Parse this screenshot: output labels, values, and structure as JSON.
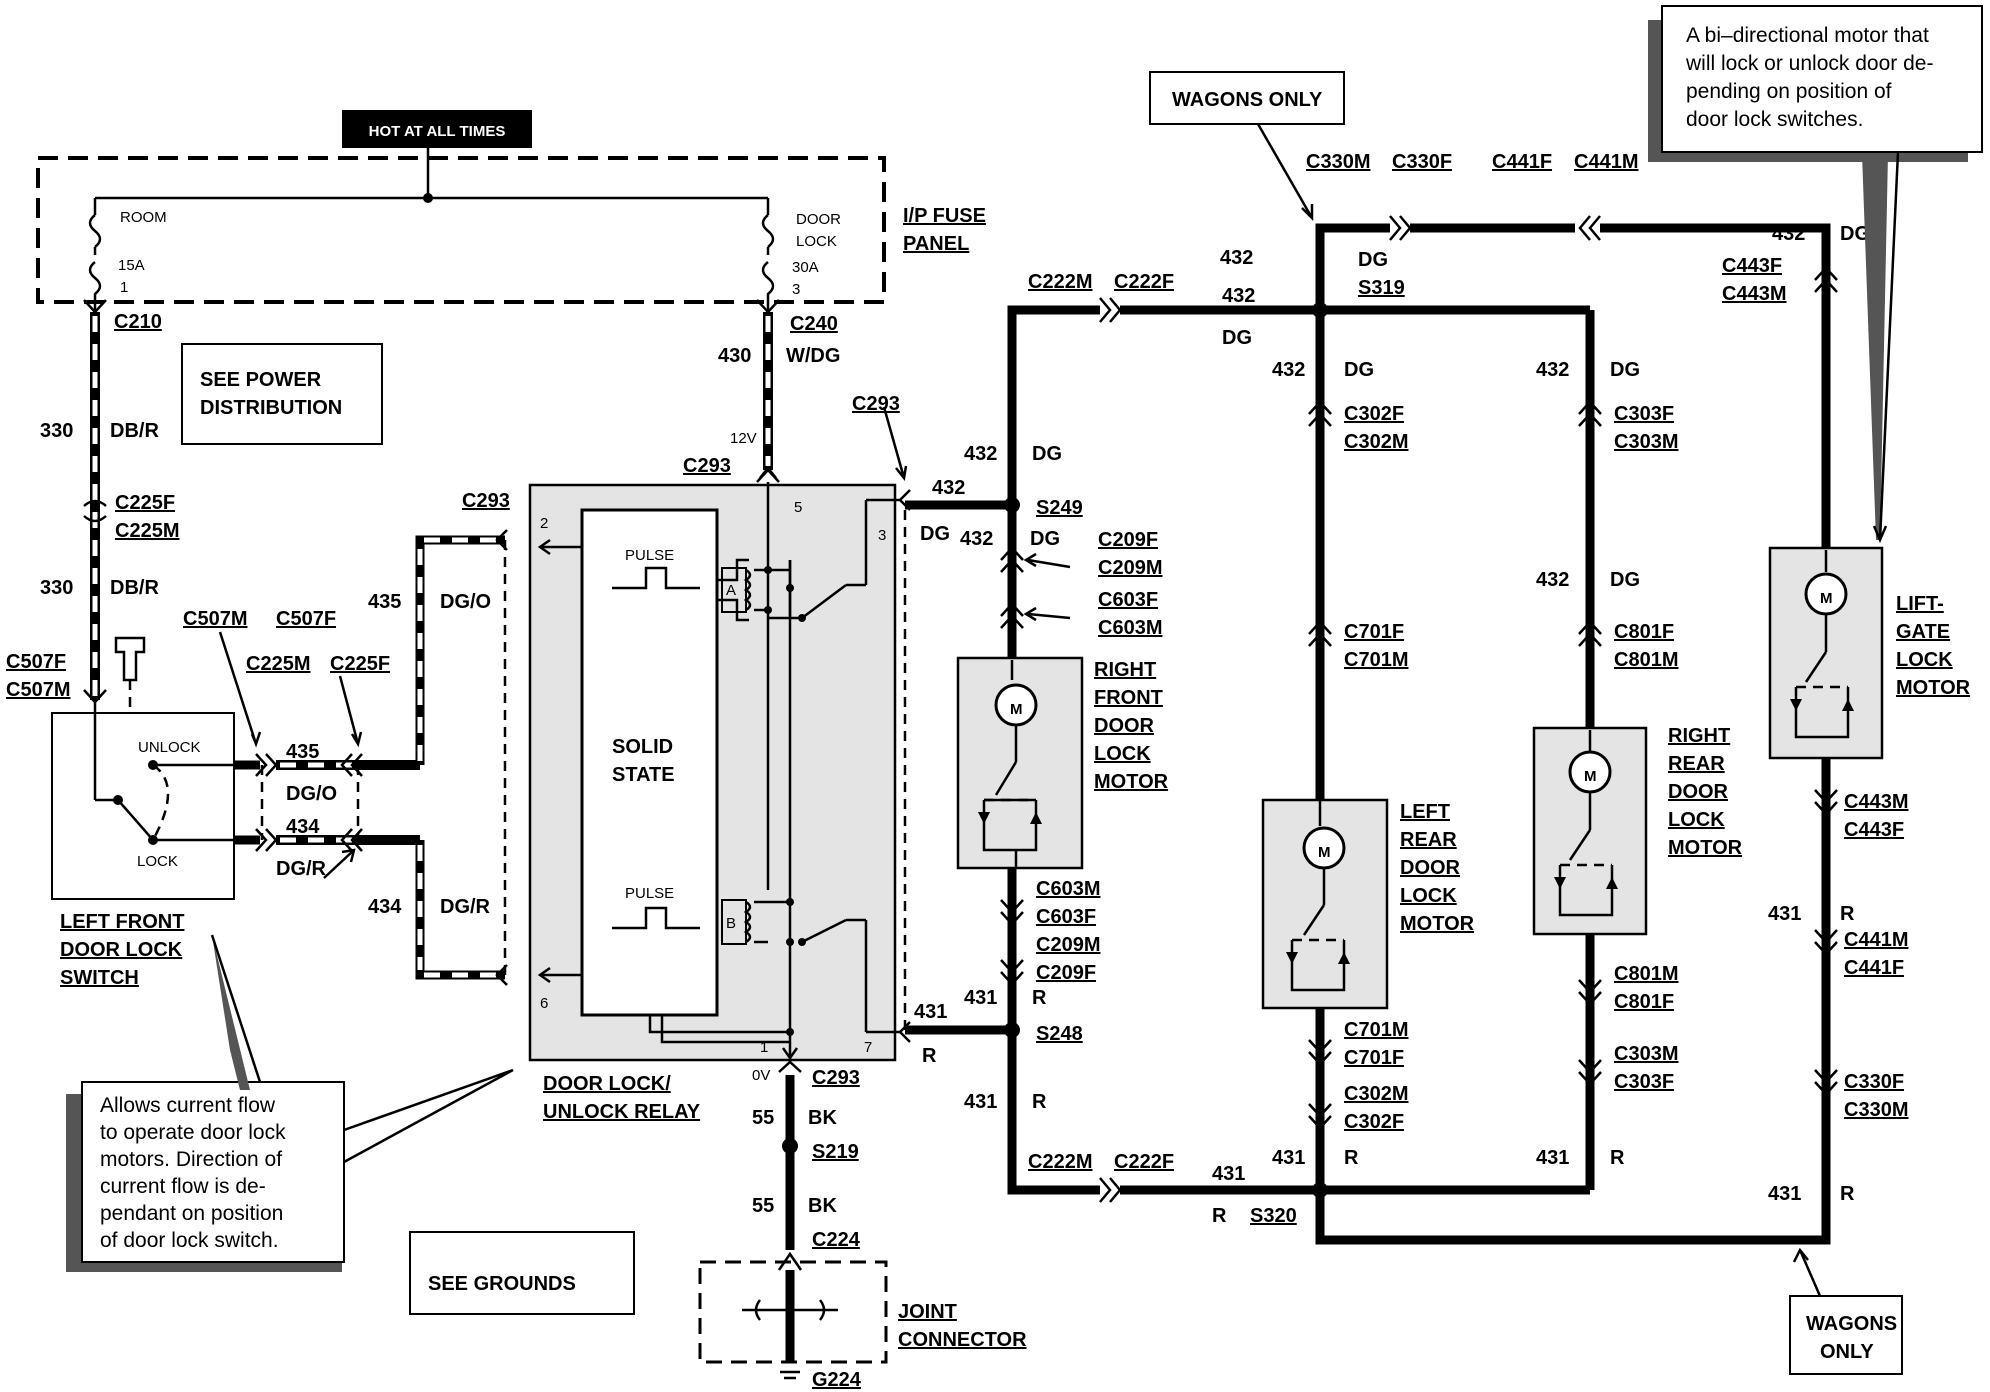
{
  "fuse_panel": {
    "banner": "HOT AT ALL TIMES",
    "name_line1": "I/P FUSE",
    "name_line2": "PANEL",
    "fuse_left": {
      "name": "ROOM",
      "rating": "15A",
      "pin": "1"
    },
    "fuse_right": {
      "name_line1": "DOOR",
      "name_line2": "LOCK",
      "rating": "30A",
      "pin": "3"
    }
  },
  "connectors": {
    "c210": "C210",
    "c240": "C240",
    "c225f_l": "C225F",
    "c225m_l": "C225M",
    "c507f": "C507F",
    "c507m": "C507M",
    "c507m_top": "C507M",
    "c507f_top": "C507F",
    "c225m_mid": "C225M",
    "c225f_mid": "C225F",
    "c293_top": "C293",
    "c293_relay": "C293",
    "c293_left": "C293",
    "c293_bottom": "C293",
    "c222m_top": "C222M",
    "c222f_top": "C222F",
    "c222m_bot": "C222M",
    "c222f_bot": "C222F",
    "c209f_top": "C209F",
    "c209m_top": "C209M",
    "c603f_top": "C603F",
    "c603m_top": "C603M",
    "c603m_bot": "C603M",
    "c603f_bot": "C603F",
    "c209m_bot": "C209M",
    "c209f_bot": "C209F",
    "c330m_top": "C330M",
    "c330f_top": "C330F",
    "c441f_top": "C441F",
    "c441m_top": "C441M",
    "c443f_top": "C443F",
    "c443m_top": "C443M",
    "c443m_bot": "C443M",
    "c443f_bot": "C443F",
    "c441m_bot": "C441M",
    "c441f_bot": "C441F",
    "c330f_bot": "C330F",
    "c330m_bot": "C330M",
    "c302f_top": "C302F",
    "c302m_top": "C302M",
    "c701f_top": "C701F",
    "c701m_top": "C701M",
    "c701m_bot": "C701M",
    "c701f_bot": "C701F",
    "c302m_bot": "C302M",
    "c302f_bot": "C302F",
    "c303f_top": "C303F",
    "c303m_top": "C303M",
    "c801f_top": "C801F",
    "c801m_top": "C801M",
    "c801m_bot": "C801M",
    "c801f_bot": "C801F",
    "c303m_bot": "C303M",
    "c303f_bot": "C303F",
    "c224": "C224"
  },
  "splices": {
    "s249": "S249",
    "s248": "S248",
    "s319": "S319",
    "s320": "S320",
    "s219": "S219",
    "g224": "G224"
  },
  "wires": {
    "w330a": "330",
    "c330a": "DB/R",
    "w330b": "330",
    "c330b": "DB/R",
    "w430": "430",
    "c430": "W/DG",
    "w435a": "435",
    "c435a": "DG/O",
    "w435b": "435",
    "c435b": "DG/O",
    "w434a": "434",
    "c434a": "DG/R",
    "w434b": "434",
    "c434b": "DG/R",
    "w432_relay": "432",
    "c432_relay": "DG",
    "w432_rf_top": "432",
    "c432_rf_top": "DG",
    "w432_rf_mid": "432",
    "c432_rf_mid": "DG",
    "w432_top": "432",
    "c432_top": "DG",
    "w432_s319": "432",
    "c432_s319": "DG",
    "w432_lr": "432",
    "c432_lr": "DG",
    "w432_rr": "432",
    "c432_rr": "DG",
    "w432_rr2": "432",
    "c432_rr2": "DG",
    "w432_lg": "432",
    "c432_lg": "DG",
    "w431_relay": "431",
    "c431_relay": "R",
    "w431_rf": "431",
    "c431_rf": "R",
    "w431_rf2": "431",
    "c431_rf2": "R",
    "w431_bot": "431",
    "c431_bot": "R",
    "w431_lr": "431",
    "c431_lr": "R",
    "w431_rr": "431",
    "c431_rr": "R",
    "w431_lg": "431",
    "c431_lg": "R",
    "w431_lg2": "431",
    "c431_lg2": "R",
    "w55a": "55",
    "c55a": "BK",
    "w55b": "55",
    "c55b": "BK",
    "v12": "12V",
    "v0": "0V"
  },
  "relay": {
    "title_line1": "DOOR LOCK/",
    "title_line2": "UNLOCK RELAY",
    "core_line1": "SOLID",
    "core_line2": "STATE",
    "pulse_top": "PULSE",
    "pulse_bottom": "PULSE",
    "coil_a": "A",
    "coil_b": "B",
    "pins": [
      "2",
      "5",
      "3",
      "6",
      "1",
      "7"
    ]
  },
  "switch": {
    "unlock": "UNLOCK",
    "lock": "LOCK",
    "name_line1": "LEFT FRONT",
    "name_line2": "DOOR LOCK",
    "name_line3": "SWITCH"
  },
  "motors": {
    "symbol": "M",
    "rf": [
      "RIGHT",
      "FRONT",
      "DOOR",
      "LOCK",
      "MOTOR"
    ],
    "lr": [
      "LEFT",
      "REAR",
      "DOOR",
      "LOCK",
      "MOTOR"
    ],
    "rr": [
      "RIGHT",
      "REAR",
      "DOOR",
      "LOCK",
      "MOTOR"
    ],
    "lg": [
      "LIFT-",
      "GATE",
      "LOCK",
      "MOTOR"
    ]
  },
  "boxes": {
    "see_power_line1": "SEE POWER",
    "see_power_line2": "DISTRIBUTION",
    "see_grounds": "SEE GROUNDS",
    "wagons_top": "WAGONS ONLY",
    "wagons_bot_line1": "WAGONS",
    "wagons_bot_line2": "ONLY",
    "joint_line1": "JOINT",
    "joint_line2": "CONNECTOR"
  },
  "notes": {
    "motor_note": [
      "A bi–directional motor that",
      "will lock or unlock door de-",
      "pending on position of",
      "door lock switches."
    ],
    "switch_note": [
      "Allows current flow",
      "to operate door lock",
      "motors. Direction of",
      "current flow is de-",
      "pendant on position",
      "of door lock switch."
    ]
  }
}
